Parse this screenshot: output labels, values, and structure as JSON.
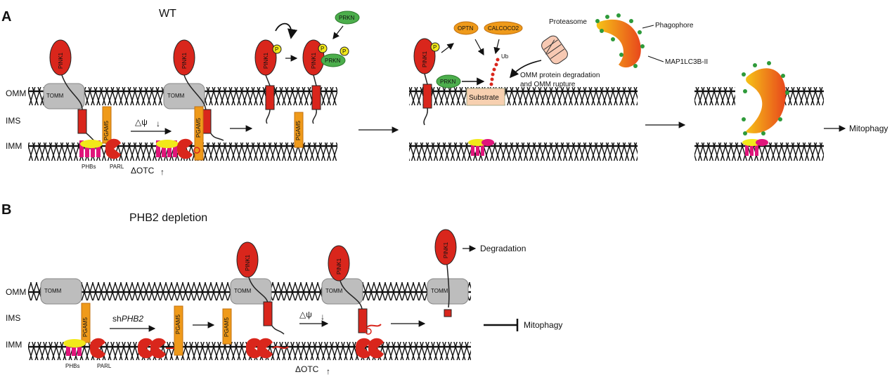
{
  "colors": {
    "pink1": "#d9261c",
    "tomm": "#bdbdbd",
    "pgam5": "#ef9a1a",
    "prkn": "#4cae4c",
    "phb_pink": "#e0157b",
    "phb_yellow": "#f2e81a",
    "phagophore_a": "#f6c417",
    "phagophore_b": "#e8471c",
    "lc3": "#2e9a3a",
    "substrate": "#f7d0b0",
    "membrane": "#111111"
  },
  "panel_a": {
    "label": "A",
    "title": "WT",
    "omm": "OMM",
    "ims": "IMS",
    "imm": "IMM",
    "tomm": "TOMM",
    "pink1": "PINK1",
    "pgam5": "PGAM5",
    "phbs": "PHBs",
    "parl": "PARL",
    "dpsi": "△ψ",
    "dpsi_arrow": "↓",
    "dotc": "ΔOTC",
    "dotc_arrow": "↑",
    "p": "P",
    "prkn": "PRKN",
    "optn": "OPTN",
    "calcoco2": "CALCOCO2",
    "ub": "Ub",
    "substrate": "Substrate",
    "proteasome": "Proteasome",
    "phagophore": "Phagophore",
    "map1lc3b": "MAP1LC3B-II",
    "omm_degradation": "OMM protein degradation",
    "omm_rupture": "and OMM rupture",
    "mitophagy": "Mitophagy"
  },
  "panel_b": {
    "label": "B",
    "title": "PHB2 depletion",
    "omm": "OMM",
    "ims": "IMS",
    "imm": "IMM",
    "tomm": "TOMM",
    "pink1": "PINK1",
    "pgam5": "PGAM5",
    "phbs": "PHBs",
    "parl": "PARL",
    "shphb2_prefix": "sh",
    "shphb2_gene": "PHB2",
    "dpsi": "△ψ",
    "dpsi_arrow": "↓",
    "dotc": "ΔOTC",
    "dotc_arrow": "↑",
    "degradation": "Degradation",
    "mitophagy": "Mitophagy"
  }
}
